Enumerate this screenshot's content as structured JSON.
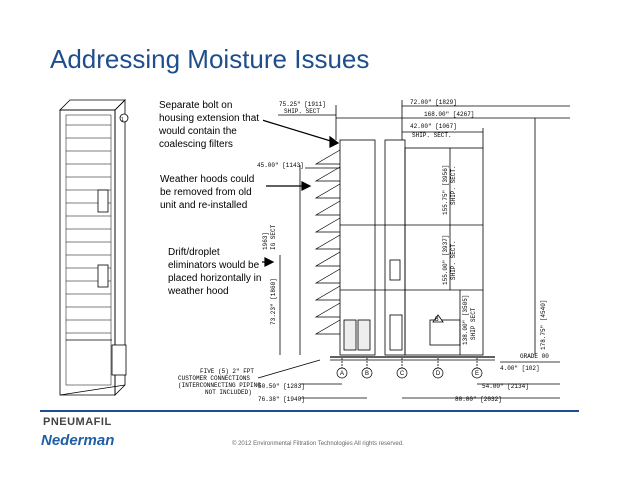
{
  "title": "Addressing Moisture Issues",
  "callouts": {
    "bolt": "Separate bolt on housing extension that would contain the coalescing filters",
    "hoods": "Weather hoods could be removed from old unit and re-installed",
    "eliminators": "Drift/droplet eliminators would be placed horizontally in weather hood"
  },
  "drawing": {
    "top_dims": [
      "75.25\" [1911]",
      "SHIP. SECT",
      "72.00\" [1829]",
      "168.00\" [4267]",
      "42.00\" [1067]",
      "SHIP. SECT."
    ],
    "left_dims": [
      "45.00\" [1143]",
      "1963]",
      "IG SECT",
      "73.23\" [1860]"
    ],
    "right_dims": [
      "155.75\" [3956]",
      "SHIP. SECT.",
      "155.00\" [3937]",
      "SHIP. SECT.",
      "138.00\" [3505]",
      "SHIP SECT",
      "178.75\" [4540]"
    ],
    "grade": "GRADE 00",
    "grade_dim": "4.00\" [102]",
    "grid_labels": [
      "A",
      "B",
      "C",
      "D",
      "E"
    ],
    "connections_note": [
      "FIVE (5) 2\" FPT",
      "CUSTOMER CONNECTIONS",
      "(INTERCONNECTING PIPING",
      "NOT INCLUDED)"
    ],
    "bottom_dims": [
      "50.50\" [1283]",
      "76.38\" [1940]",
      "54.00\" [2134]",
      "80.00\" [2032]"
    ],
    "item_marker": "1",
    "tag_marker": "B"
  },
  "footer": {
    "brand_top": "PNEUMAFIL",
    "brand_bottom": "Nederman",
    "copyright": "© 2012 Environmental Filtration Technologies   All rights reserved."
  },
  "colors": {
    "title": "#1f4e8c",
    "rule": "#1f4e8c",
    "brand": "#1f5fa8"
  }
}
